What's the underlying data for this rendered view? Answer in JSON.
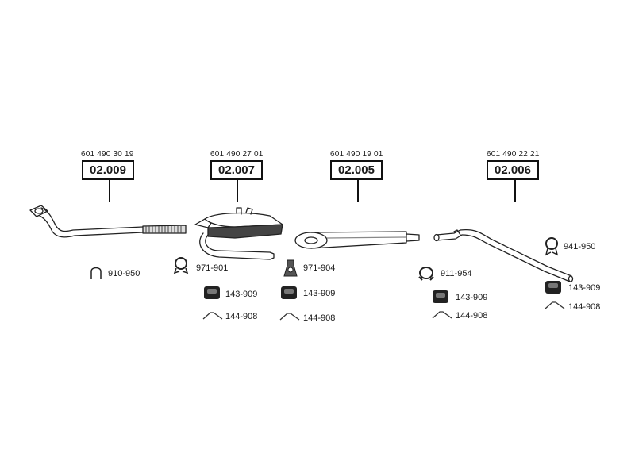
{
  "assemblies": [
    {
      "oem": "601 490 30 19",
      "ref": "02.009"
    },
    {
      "oem": "601 490 27 01",
      "ref": "02.007"
    },
    {
      "oem": "601 490 19 01",
      "ref": "02.005"
    },
    {
      "oem": "601 490 22 21",
      "ref": "02.006"
    }
  ],
  "parts": {
    "clamp_910": "910-950",
    "hanger_971_901": "971-901",
    "mount_971_904": "971-904",
    "clamp_911": "911-954",
    "hanger_941": "941-950",
    "rubber_a": "143-909",
    "rubber_b": "143-909",
    "rubber_c": "143-909",
    "rubber_d": "143-909",
    "strap_a": "144-908",
    "strap_b": "144-908",
    "strap_c": "144-908",
    "strap_d": "144-908"
  }
}
